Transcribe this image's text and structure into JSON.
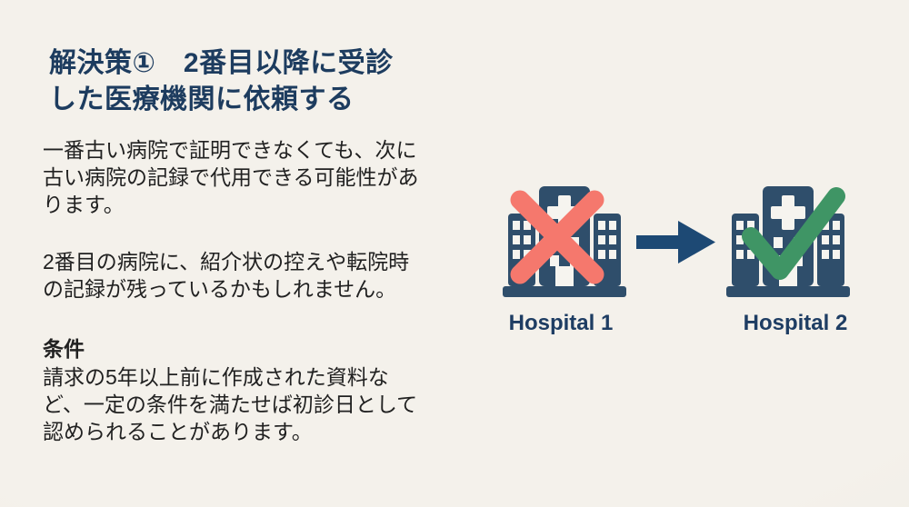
{
  "slide": {
    "title": "解決策①　2番目以降に受診\nした医療機関に依頼する",
    "paragraph1": "一番古い病院で証明できなくても、次に\n古い病院の記録で代用できる可能性があ\nります。",
    "paragraph2": "2番目の病院に、紹介状の控えや転院時\nの記録が残っているかもしれません。",
    "condition_heading": "条件",
    "condition_body": "請求の5年以上前に作成された資料な\nど、一定の条件を満たせば初診日として\n認められることがあります。",
    "diagram": {
      "hospital1_label": "Hospital 1",
      "hospital2_label": "Hospital 2",
      "icons": {
        "building": "hospital-building-icon",
        "rejected": "x-mark-icon",
        "transfer": "arrow-right-icon",
        "approved": "check-mark-icon"
      }
    },
    "colors": {
      "background": "#F3F0EA",
      "title": "#1D3C5F",
      "body_text": "#212121",
      "building": "#2F4E6B",
      "icon_white": "#F6F4EF",
      "cross_x": "#F5786D",
      "checkmark": "#3F9565",
      "arrow": "#1D4974",
      "label": "#1E3D63"
    }
  }
}
